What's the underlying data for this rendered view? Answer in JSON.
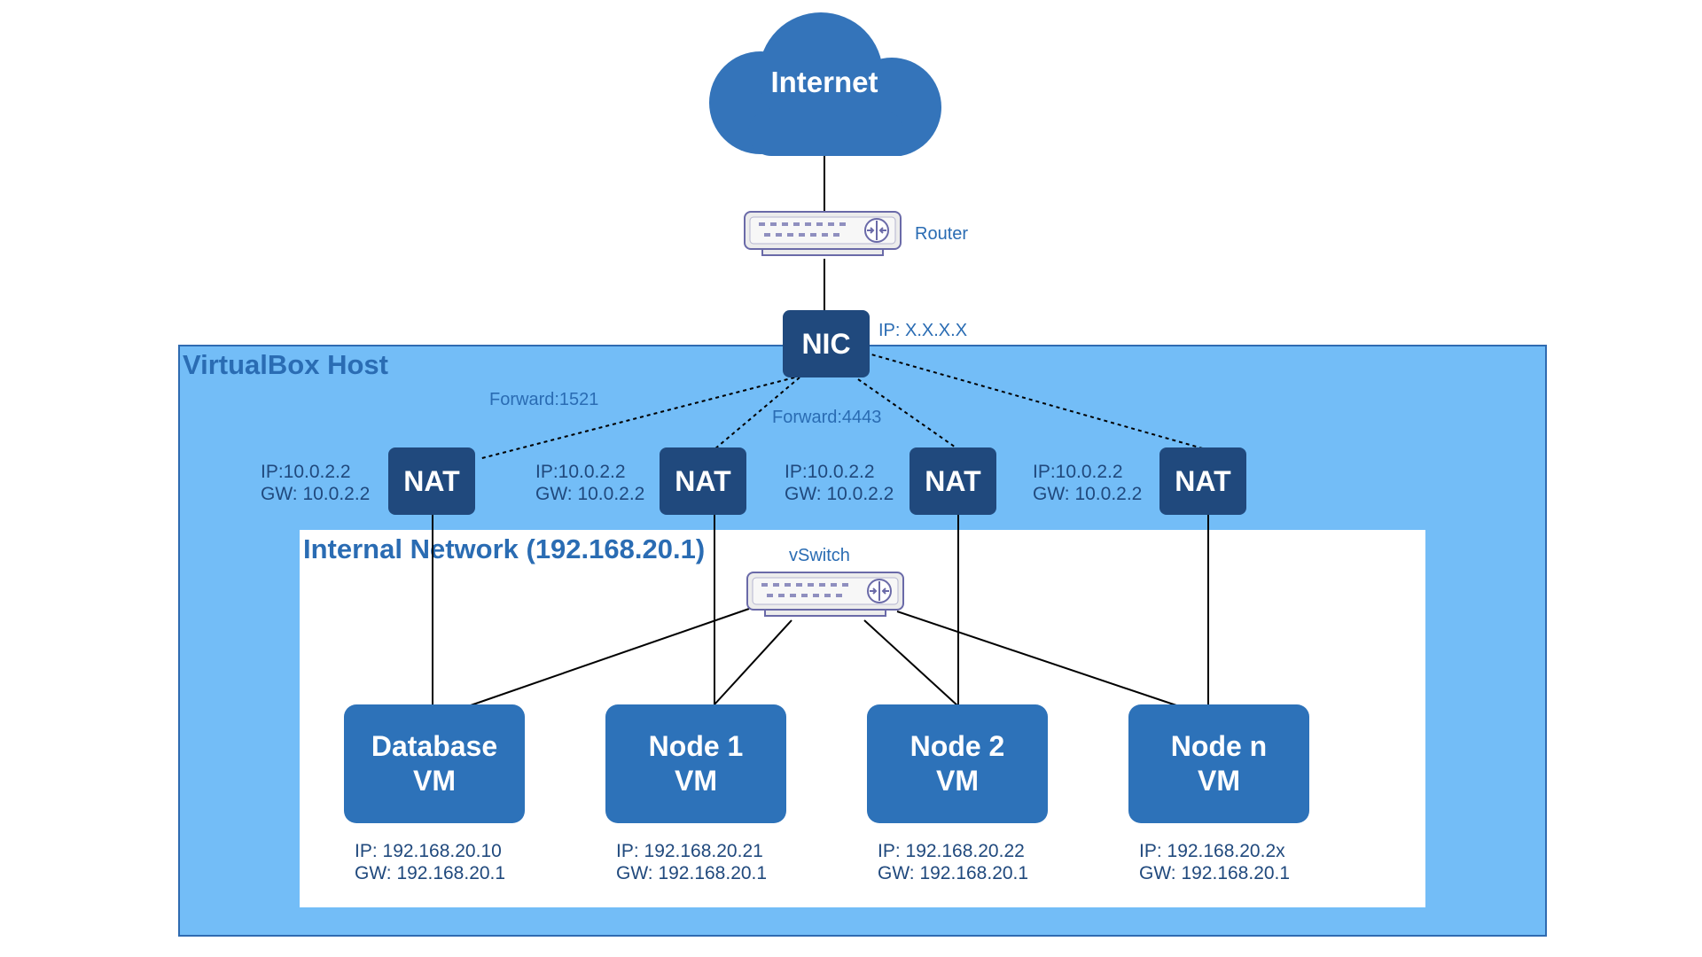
{
  "internet": {
    "label": "Internet"
  },
  "router": {
    "label": "Router"
  },
  "nic": {
    "label": "NIC",
    "ip": "IP: X.X.X.X"
  },
  "host": {
    "title": "VirtualBox Host"
  },
  "internal_network": {
    "title": "Internal Network (192.168.20.1)"
  },
  "vswitch": {
    "label": "vSwitch"
  },
  "forwards": [
    {
      "label": "Forward:1521"
    },
    {
      "label": "Forward:4443"
    }
  ],
  "nats": [
    {
      "label": "NAT",
      "ip": "IP:10.0.2.2",
      "gw": "GW: 10.0.2.2"
    },
    {
      "label": "NAT",
      "ip": "IP:10.0.2.2",
      "gw": "GW: 10.0.2.2"
    },
    {
      "label": "NAT",
      "ip": "IP:10.0.2.2",
      "gw": "GW: 10.0.2.2"
    },
    {
      "label": "NAT",
      "ip": "IP:10.0.2.2",
      "gw": "GW: 10.0.2.2"
    }
  ],
  "vms": [
    {
      "line1": "Database",
      "line2": "VM",
      "ip": "IP: 192.168.20.10",
      "gw": "GW: 192.168.20.1"
    },
    {
      "line1": "Node 1",
      "line2": "VM",
      "ip": "IP: 192.168.20.21",
      "gw": "GW: 192.168.20.1"
    },
    {
      "line1": "Node 2",
      "line2": "VM",
      "ip": "IP: 192.168.20.22",
      "gw": "GW: 192.168.20.1"
    },
    {
      "line1": "Node n",
      "line2": "VM",
      "ip": "IP: 192.168.20.2x",
      "gw": "GW: 192.168.20.1"
    }
  ],
  "colors": {
    "host_fill": "#73bdf7",
    "host_border": "#2f6bb1",
    "dark_node": "#20497d",
    "vm_fill": "#2d72b9",
    "cloud_fill": "#3474ba",
    "label_blue": "#2a6cb3"
  },
  "icons": {
    "router": "router-icon",
    "vswitch": "switch-icon",
    "internet": "cloud-icon"
  }
}
